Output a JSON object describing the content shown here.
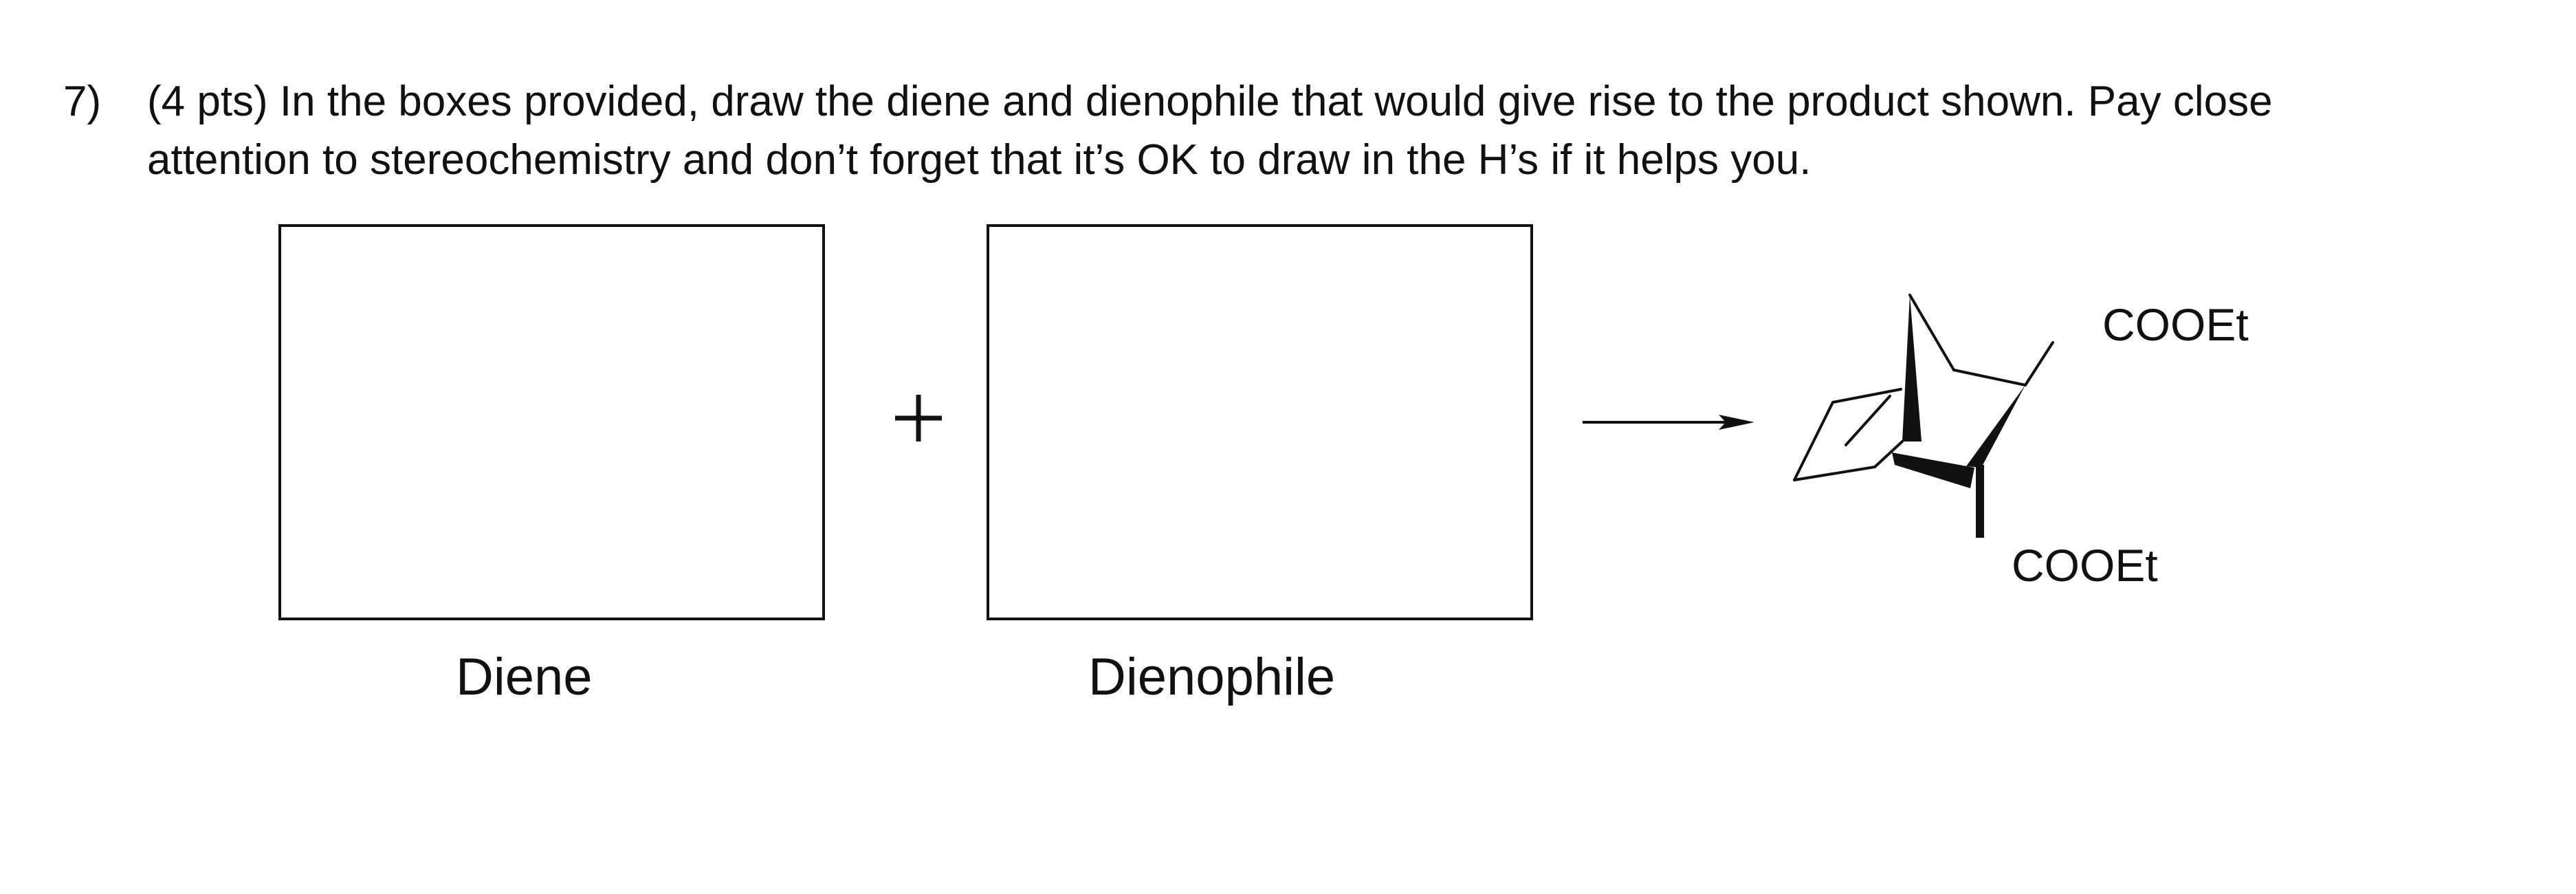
{
  "question": {
    "number": "7)",
    "line1": "(4 pts) In the boxes provided, draw the diene and dienophile that would give rise to the product shown. Pay close",
    "line2": "attention to stereochemistry and don’t forget that it’s OK to draw in the H’s if it helps you."
  },
  "boxes": {
    "diene_label": "Diene",
    "dienophile_label": "Dienophile"
  },
  "plus_symbol": "+",
  "product": {
    "substituent_top": "COOEt",
    "substituent_bottom": "COOEt"
  }
}
